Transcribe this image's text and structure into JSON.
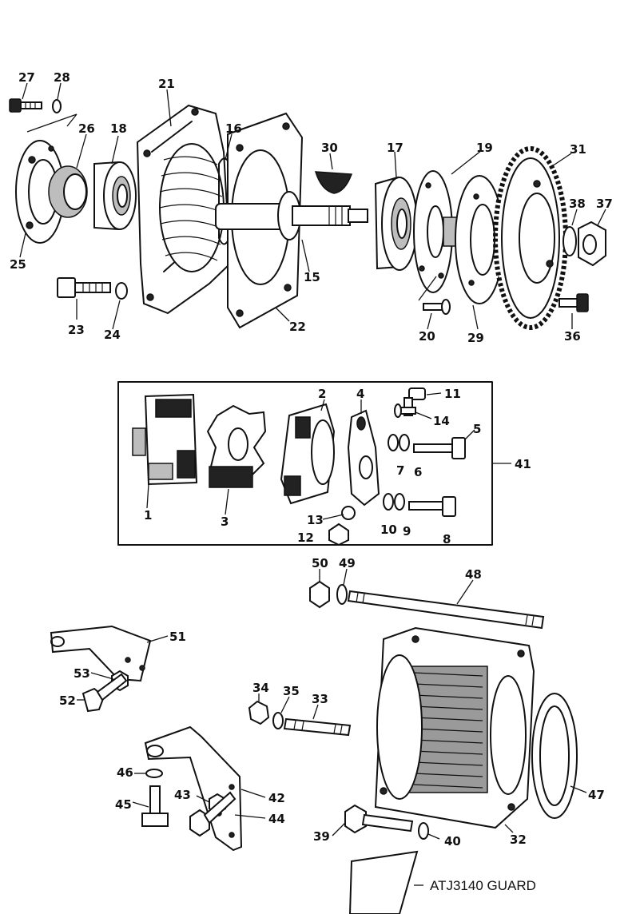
{
  "callouts": {
    "n1": "1",
    "n2": "2",
    "n3": "3",
    "n4": "4",
    "n5": "5",
    "n6": "6",
    "n7": "7",
    "n8": "8",
    "n9": "9",
    "n10": "10",
    "n11": "11",
    "n12": "12",
    "n13": "13",
    "n14": "14",
    "n15": "15",
    "n16": "16",
    "n17": "17",
    "n18": "18",
    "n19": "19",
    "n20": "20",
    "n21": "21",
    "n22": "22",
    "n23": "23",
    "n24": "24",
    "n25": "25",
    "n26": "26",
    "n27": "27",
    "n28": "28",
    "n29": "29",
    "n30": "30",
    "n31": "31",
    "n32": "32",
    "n33": "33",
    "n34": "34",
    "n35": "35",
    "n36": "36",
    "n37": "37",
    "n38": "38",
    "n39": "39",
    "n40": "40",
    "n41": "41",
    "n42": "42",
    "n43": "43",
    "n44": "44",
    "n45": "45",
    "n46": "46",
    "n47": "47",
    "n48": "48",
    "n49": "49",
    "n50": "50",
    "n51": "51",
    "n52": "52",
    "n53": "53"
  },
  "guard_caption": "ATJ3140 GUARD"
}
